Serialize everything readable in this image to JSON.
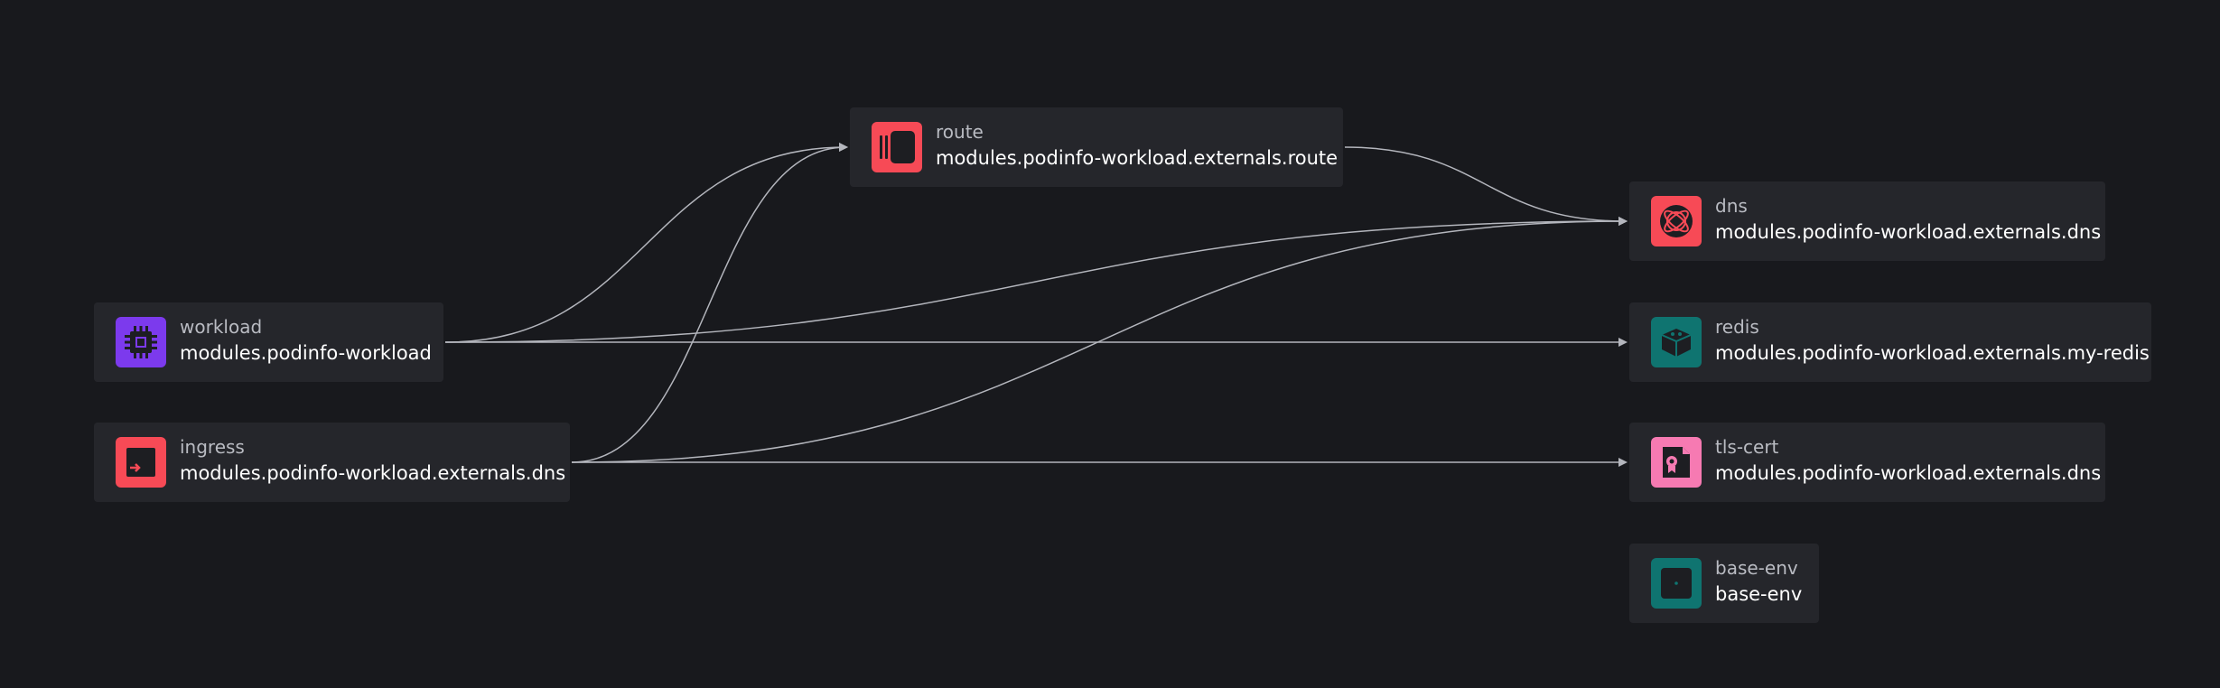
{
  "colors": {
    "background": "#18191d",
    "node_background": "#25262b",
    "edge": "#b4b6bd",
    "workload_icon": "#7c3aed",
    "red_icon": "#f74a56",
    "teal_icon": "#0f7470",
    "pink_icon": "#f67ab2"
  },
  "nodes": [
    {
      "id": "route",
      "kind": "route",
      "name": "modules.podinfo-workload.externals.route",
      "icon": "route-icon"
    },
    {
      "id": "dns",
      "kind": "dns",
      "name": "modules.podinfo-workload.externals.dns",
      "icon": "globe-icon"
    },
    {
      "id": "workload",
      "kind": "workload",
      "name": "modules.podinfo-workload",
      "icon": "chip-icon"
    },
    {
      "id": "redis",
      "kind": "redis",
      "name": "modules.podinfo-workload.externals.my-redis",
      "icon": "database-icon"
    },
    {
      "id": "ingress",
      "kind": "ingress",
      "name": "modules.podinfo-workload.externals.dns",
      "icon": "login-arrow-icon"
    },
    {
      "id": "tls_cert",
      "kind": "tls-cert",
      "name": "modules.podinfo-workload.externals.dns",
      "icon": "certificate-icon"
    },
    {
      "id": "base_env",
      "kind": "base-env",
      "name": "base-env",
      "icon": "dot-box-icon"
    }
  ],
  "edges": [
    {
      "from": "workload",
      "to": "route"
    },
    {
      "from": "workload",
      "to": "dns"
    },
    {
      "from": "workload",
      "to": "redis"
    },
    {
      "from": "ingress",
      "to": "route"
    },
    {
      "from": "ingress",
      "to": "dns"
    },
    {
      "from": "ingress",
      "to": "tls_cert"
    },
    {
      "from": "route",
      "to": "dns"
    }
  ]
}
